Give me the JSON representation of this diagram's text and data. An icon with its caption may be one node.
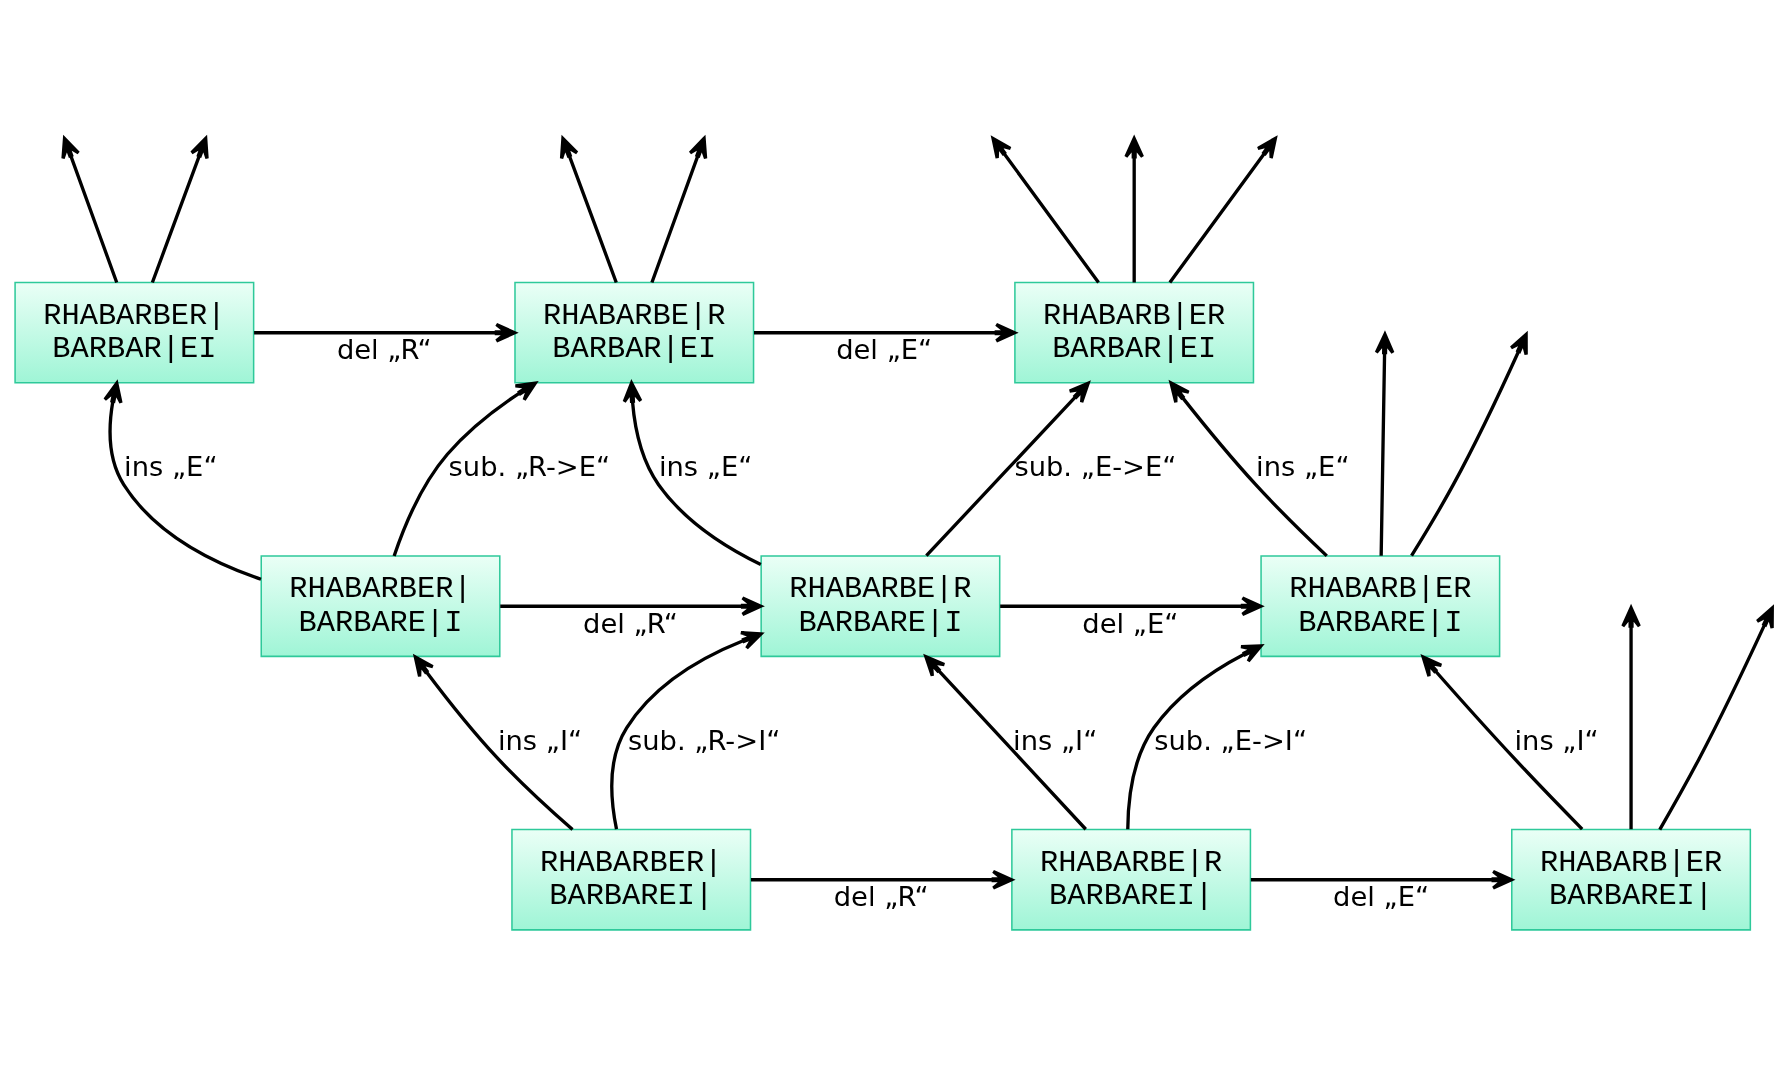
{
  "diagram": {
    "nodes": [
      {
        "text": [
          "RHABARB|ER",
          "BARBAR|EI"
        ]
      },
      {
        "text": [
          "RHABARBE|R",
          "BARBAR|EI"
        ]
      },
      {
        "text": [
          "RHABARBER|",
          "BARBAR|EI"
        ]
      },
      {
        "text": [
          "RHABARB|ER",
          "BARBARE|I"
        ]
      },
      {
        "text": [
          "RHABARBE|R",
          "BARBARE|I"
        ]
      },
      {
        "text": [
          "RHABARBER|",
          "BARBARE|I"
        ]
      },
      {
        "text": [
          "RHABARB|ER",
          "BARBAREI|"
        ]
      },
      {
        "text": [
          "RHABARBE|R",
          "BARBAREI|"
        ]
      },
      {
        "text": [
          "RHABARBER|",
          "BARBAREI|"
        ]
      }
    ],
    "edges": [
      {
        "from": 0,
        "to": null,
        "arrow": "to"
      },
      {
        "from": 0,
        "to": null,
        "arrow": "to"
      },
      {
        "from": 0,
        "to": null,
        "arrow": "to"
      },
      {
        "from": 1,
        "to": null,
        "arrow": "to"
      },
      {
        "from": 1,
        "to": null,
        "arrow": "to"
      },
      {
        "from": 2,
        "to": null,
        "arrow": "to"
      },
      {
        "from": 2,
        "to": null,
        "arrow": "to"
      },
      {
        "from": 1,
        "to": 0,
        "arrow": "to",
        "label": "del „E“"
      },
      {
        "from": 2,
        "to": 1,
        "arrow": "to",
        "label": "del „R“"
      },
      {
        "from": 3,
        "to": null,
        "arrow": "to"
      },
      {
        "from": 3,
        "to": null,
        "arrow": "to"
      },
      {
        "from": 3,
        "to": 0,
        "arrow": "to",
        "label": "ins „E“"
      },
      {
        "from": 4,
        "to": 0,
        "arrow": "to",
        "label": "sub. „E->E“"
      },
      {
        "from": 4,
        "to": 1,
        "arrow": "to",
        "label": "ins „E“"
      },
      {
        "from": 5,
        "to": 1,
        "arrow": "to",
        "label": "sub. „R->E“"
      },
      {
        "from": 5,
        "to": 2,
        "arrow": "to",
        "label": "ins „E“"
      },
      {
        "from": 4,
        "to": 3,
        "arrow": "to",
        "label": "del „E“"
      },
      {
        "from": 5,
        "to": 4,
        "arrow": "to",
        "label": "del „R“"
      },
      {
        "from": 6,
        "to": null,
        "arrow": "to"
      },
      {
        "from": 6,
        "to": null,
        "arrow": "to"
      },
      {
        "from": 6,
        "to": 3,
        "arrow": "to",
        "label": "ins „I“"
      },
      {
        "from": 7,
        "to": 3,
        "arrow": "to",
        "label": "sub. „E->I“"
      },
      {
        "from": 7,
        "to": 4,
        "arrow": "to",
        "label": "ins „I“"
      },
      {
        "from": 8,
        "to": 4,
        "arrow": "to",
        "label": "sub. „R->I“"
      },
      {
        "from": 8,
        "to": 5,
        "arrow": "to",
        "label": "ins „I“"
      },
      {
        "from": 7,
        "to": 6,
        "arrow": "to",
        "label": "del „E“"
      },
      {
        "from": 8,
        "to": 7,
        "arrow": "to",
        "label": "del „R“"
      }
    ]
  }
}
